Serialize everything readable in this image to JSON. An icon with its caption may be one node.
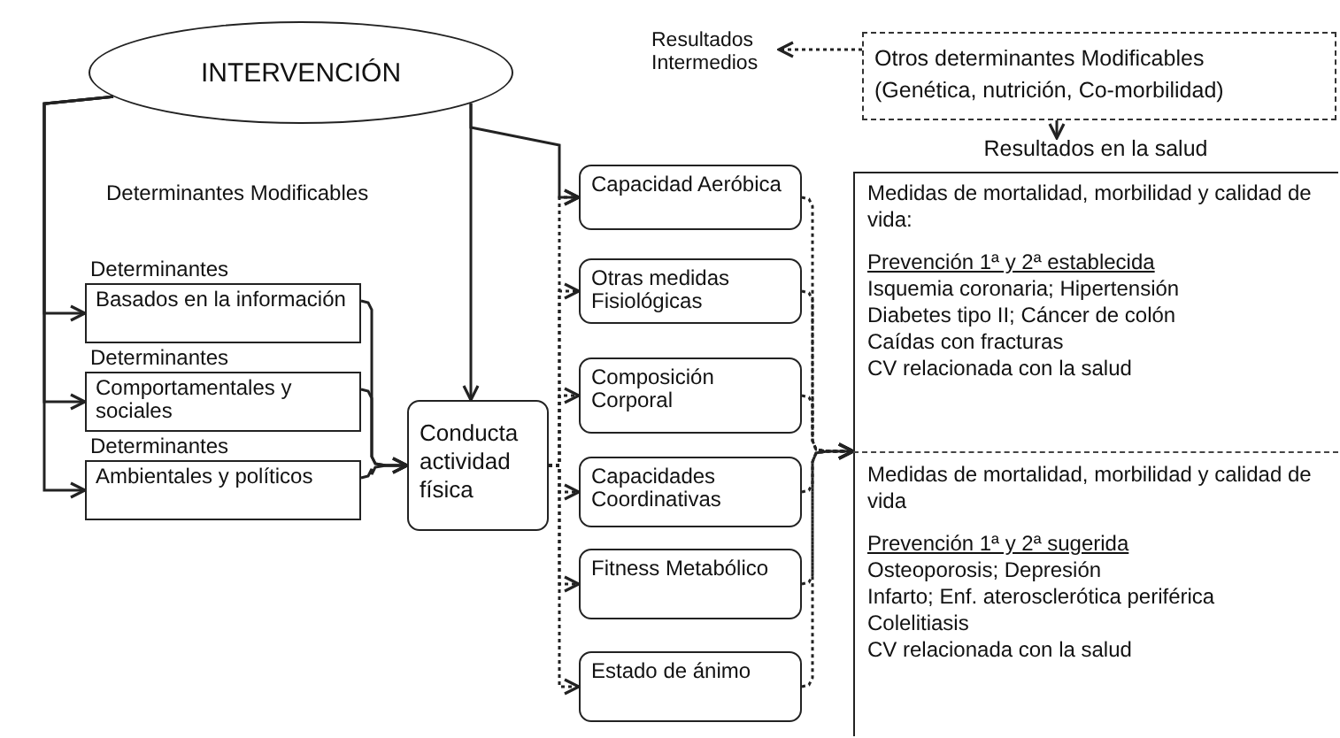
{
  "diagram": {
    "nodes": [
      {
        "text": [
          "INTERVENCIÓN"
        ]
      },
      {
        "text": [
          "Resultados Intermedios"
        ]
      },
      {
        "text": [
          "Otros determinantes Modificables",
          "(Genética, nutrición, Co-morbilidad)"
        ]
      },
      {
        "text": [
          "Determinantes",
          "Basados en la información"
        ]
      },
      {
        "text": [
          "Determinantes",
          "Comportamentales y sociales"
        ]
      },
      {
        "text": [
          "Determinantes",
          "Ambientales y políticos"
        ]
      },
      {
        "text": [
          "Conducta actividad física"
        ]
      },
      {
        "text": [
          "Capacidad Aeróbica"
        ]
      },
      {
        "text": [
          "Otras medidas Fisiológicas"
        ]
      },
      {
        "text": [
          "Composición Corporal"
        ]
      },
      {
        "text": [
          "Capacidades Coordinativas"
        ]
      },
      {
        "text": [
          "Fitness Metabólico"
        ]
      },
      {
        "text": [
          "Estado de ánimo"
        ]
      },
      {
        "text": [
          "Resultados en la salud"
        ]
      },
      {
        "text": [
          "Medidas de mortalidad, morbilidad y calidad de vida:",
          "Prevención 1ª y 2ª establecida",
          "Isquemia coronaria; Hipertensión",
          "Diabetes tipo II; Cáncer de colón",
          "Caídas con fracturas",
          "CV relacionada con la salud"
        ],
        "in": 13
      },
      {
        "text": [
          "Medidas de mortalidad, morbilidad y calidad de vida",
          "Prevención 1ª y 2ª sugerida",
          "Osteoporosis; Depresión",
          "Infarto; Enf. aterosclerótica periférica",
          "Colelitiasis",
          "CV relacionada con la salud"
        ],
        "in": 13
      }
    ],
    "edges": [
      {
        "from": 2,
        "to": 1,
        "arrow": "to",
        "style": "dashed"
      },
      {
        "from": 2,
        "to": 13,
        "arrow": "to"
      },
      {
        "from": 0,
        "to": 3,
        "arrow": "to"
      },
      {
        "from": 0,
        "to": 4,
        "arrow": "to"
      },
      {
        "from": 0,
        "to": 5,
        "arrow": "to"
      },
      {
        "from": 0,
        "to": 6,
        "arrow": "to"
      },
      {
        "from": 0,
        "to": 7,
        "arrow": "to"
      },
      {
        "from": 3,
        "to": 6,
        "arrow": "to"
      },
      {
        "from": 4,
        "to": 6,
        "arrow": "to"
      },
      {
        "from": 5,
        "to": 6,
        "arrow": "to"
      },
      {
        "from": 6,
        "to": 7,
        "arrow": "to",
        "style": "dashed"
      },
      {
        "from": 6,
        "to": 8,
        "arrow": "to",
        "style": "dashed"
      },
      {
        "from": 6,
        "to": 9,
        "arrow": "to",
        "style": "dashed"
      },
      {
        "from": 6,
        "to": 10,
        "arrow": "to",
        "style": "dashed"
      },
      {
        "from": 6,
        "to": 11,
        "arrow": "to",
        "style": "dashed"
      },
      {
        "from": 6,
        "to": 12,
        "arrow": "to",
        "style": "dashed"
      },
      {
        "from": 7,
        "to": 13,
        "arrow": "to",
        "style": "dashed"
      },
      {
        "from": 8,
        "to": 13,
        "arrow": "to",
        "style": "dashed"
      },
      {
        "from": 9,
        "to": 13,
        "arrow": "to",
        "style": "dashed"
      },
      {
        "from": 10,
        "to": 13,
        "arrow": "to",
        "style": "dashed"
      },
      {
        "from": 11,
        "to": 13,
        "arrow": "to",
        "style": "dashed"
      },
      {
        "from": 12,
        "to": 13,
        "arrow": "to",
        "style": "dashed"
      }
    ],
    "labels": [
      "Determinantes Modificables"
    ]
  }
}
